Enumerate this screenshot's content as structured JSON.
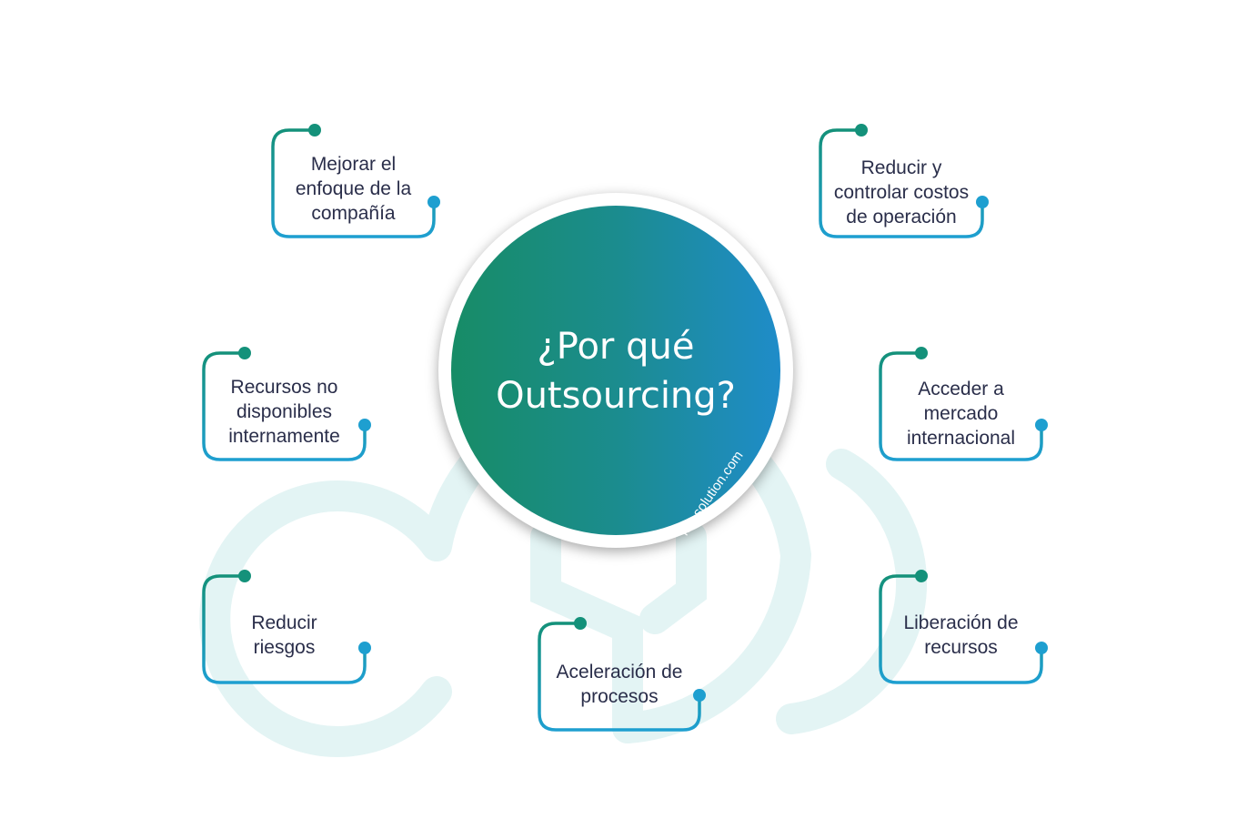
{
  "center": {
    "title": "¿Por qué\nOutsourcing?",
    "website": "ide-solution.com"
  },
  "reasons": [
    {
      "label": "Mejorar el\nenfoque de la\ncompañía"
    },
    {
      "label": "Reducir y\ncontrolar costos\nde operación"
    },
    {
      "label": "Recursos no\ndisponibles\ninternamente"
    },
    {
      "label": "Acceder a\nmercado\ninternacional"
    },
    {
      "label": "Reducir\nriesgos"
    },
    {
      "label": "Liberación de\nrecursos"
    },
    {
      "label": "Aceleración de\nprocesos"
    }
  ],
  "colors": {
    "green": "#14917a",
    "blue": "#1e9fd0",
    "cloud": "#e3f4f4",
    "text": "#2a2e4a"
  }
}
